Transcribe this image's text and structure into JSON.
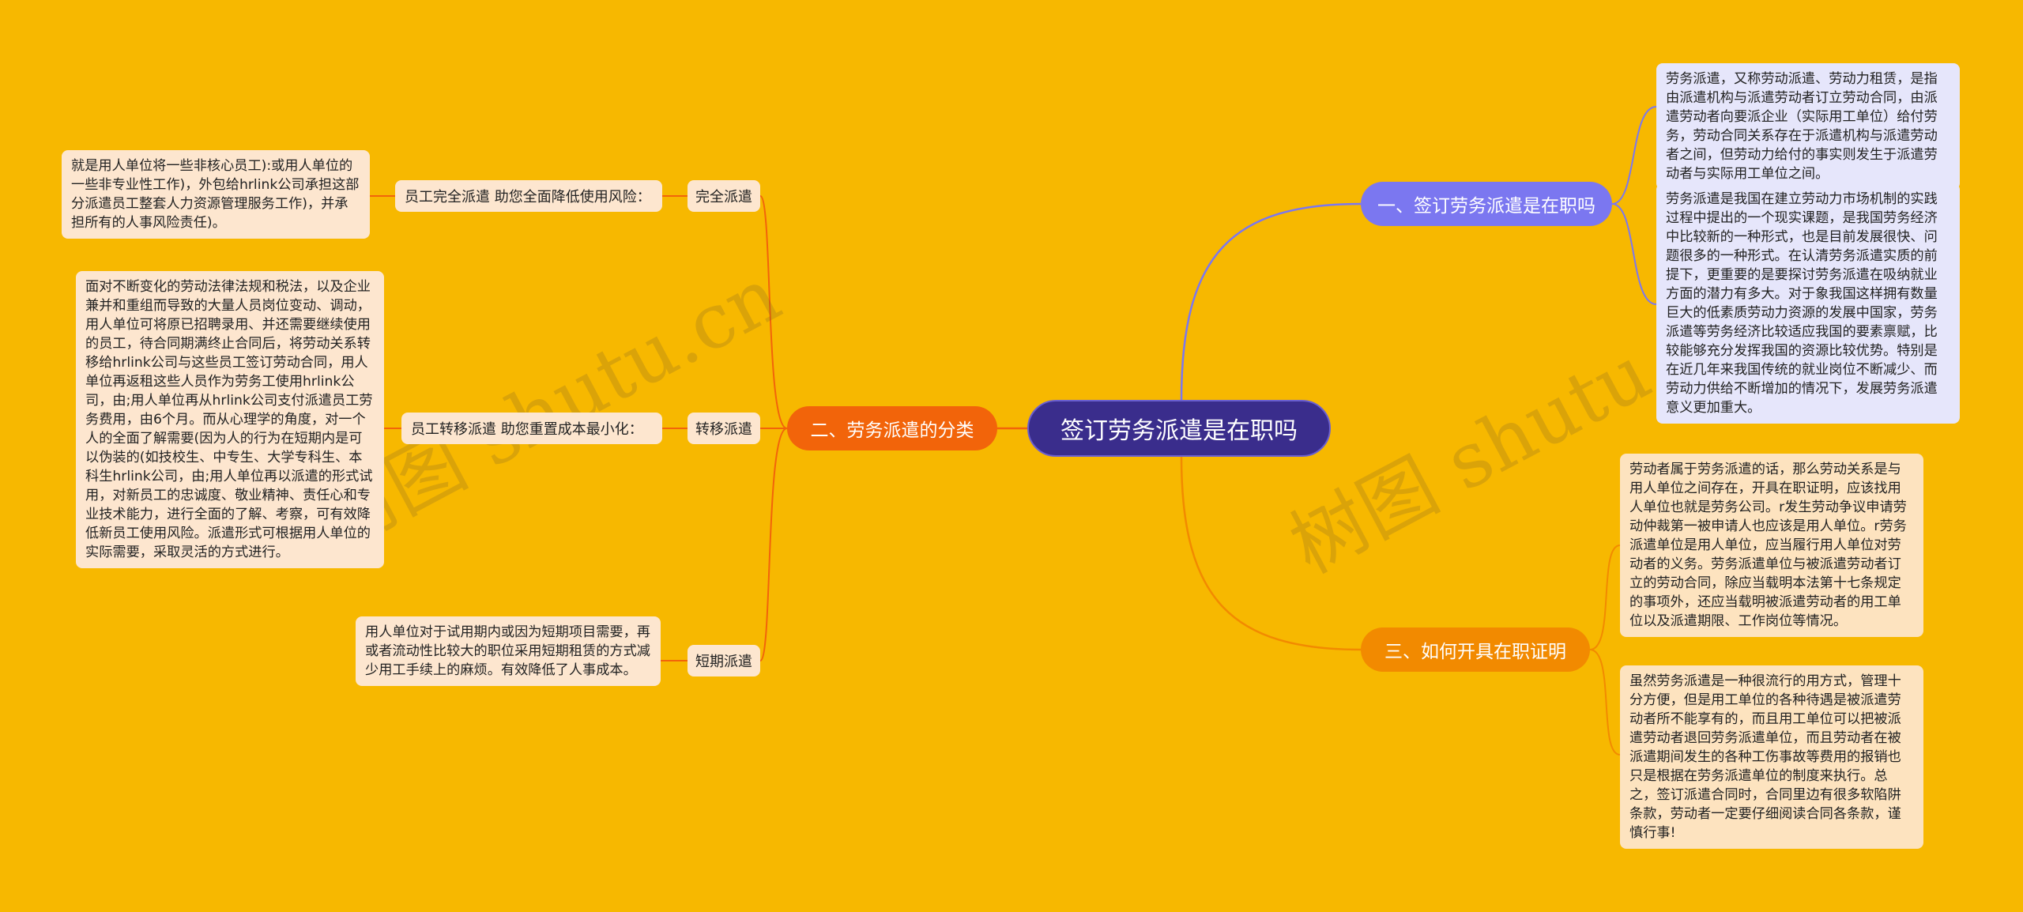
{
  "root": {
    "label": "签订劳务派遣是在职吗"
  },
  "branches": {
    "b1": {
      "label": "一、签订劳务派遣是在职吗",
      "color": "#7b77f0"
    },
    "b2": {
      "label": "二、劳务派遣的分类",
      "color": "#f2640a"
    },
    "b3": {
      "label": "三、如何开具在职证明",
      "color": "#f28a00"
    }
  },
  "b1_leaves": [
    "劳务派遣，又称劳动派遣、劳动力租赁，是指由派遣机构与派遣劳动者订立劳动合同，由派遣劳动者向要派企业（实际用工单位）给付劳务，劳动合同关系存在于派遣机构与派遣劳动者之间，但劳动力给付的事实则发生于派遣劳动者与实际用工单位之间。",
    "劳务派遣是我国在建立劳动力市场机制的实践过程中提出的一个现实课题，是我国劳务经济中比较新的一种形式，也是目前发展很快、问题很多的一种形式。在认清劳务派遣实质的前提下，更重要的是要探讨劳务派遣在吸纳就业方面的潜力有多大。对于象我国这样拥有数量巨大的低素质劳动力资源的发展中国家，劳务派遣等劳务经济比较适应我国的要素禀赋，比较能够充分发挥我国的资源比较优势。特别是在近几年来我国传统的就业岗位不断减少、而劳动力供给不断增加的情况下，发展劳务派遣意义更加重大。"
  ],
  "b2_items": [
    {
      "tag": "完全派遣",
      "mid": "员工完全派遣 助您全面降低使用风险：",
      "leaf": "就是用人单位将一些非核心员工):或用人单位的一些非专业性工作)，外包给hrlink公司承担这部分派遣员工整套人力资源管理服务工作)，并承担所有的人事风险责任)。"
    },
    {
      "tag": "转移派遣",
      "mid": "员工转移派遣 助您重置成本最小化：",
      "leaf": "面对不断变化的劳动法律法规和税法，以及企业兼并和重组而导致的大量人员岗位变动、调动，用人单位可将原已招聘录用、并还需要继续使用的员工，待合同期满终止合同后，将劳动关系转移给hrlink公司与这些员工签订劳动合同，用人单位再返租这些人员作为劳务工使用hrlink公司，由;用人单位再从hrlink公司支付派遣员工劳务费用，由6个月。而从心理学的角度，对一个人的全面了解需要(因为人的行为在短期内是可以伪装的(如技校生、中专生、大学专科生、本科生hrlink公司，由;用人单位再以派遣的形式试用，对新员工的忠诚度、敬业精神、责任心和专业技术能力，进行全面的了解、考察，可有效降低新员工使用风险。派遣形式可根据用人单位的实际需要，采取灵活的方式进行。"
    },
    {
      "tag": "短期派遣",
      "mid": "",
      "leaf": "用人单位对于试用期内或因为短期项目需要，再或者流动性比较大的职位采用短期租赁的方式减少用工手续上的麻烦。有效降低了人事成本。"
    }
  ],
  "b3_leaves": [
    "劳动者属于劳务派遣的话，那么劳动关系是与用人单位之间存在，开具在职证明，应该找用人单位也就是劳务公司。r发生劳动争议申请劳动仲裁第一被申请人也应该是用人单位。r劳务派遣单位是用人单位，应当履行用人单位对劳动者的义务。劳务派遣单位与被派遣劳动者订立的劳动合同，除应当载明本法第十七条规定的事项外，还应当载明被派遣劳动者的用工单位以及派遣期限、工作岗位等情况。",
    "虽然劳务派遣是一种很流行的用方式，管理十分方便，但是用工单位的各种待遇是被派遣劳动者所不能享有的，而且用工单位可以把被派遣劳动者退回劳务派遣单位，而且劳动者在被派遣期间发生的各种工伤事故等费用的报销也只是根据在劳务派遣单位的制度来执行。总之，签订派遣合同时，合同里边有很多软陷阱条款，劳动者一定要仔细阅读合同各条款，谨慎行事!"
  ],
  "watermarks": [
    "树图 shutu.cn",
    "树图 shutu.cn"
  ]
}
